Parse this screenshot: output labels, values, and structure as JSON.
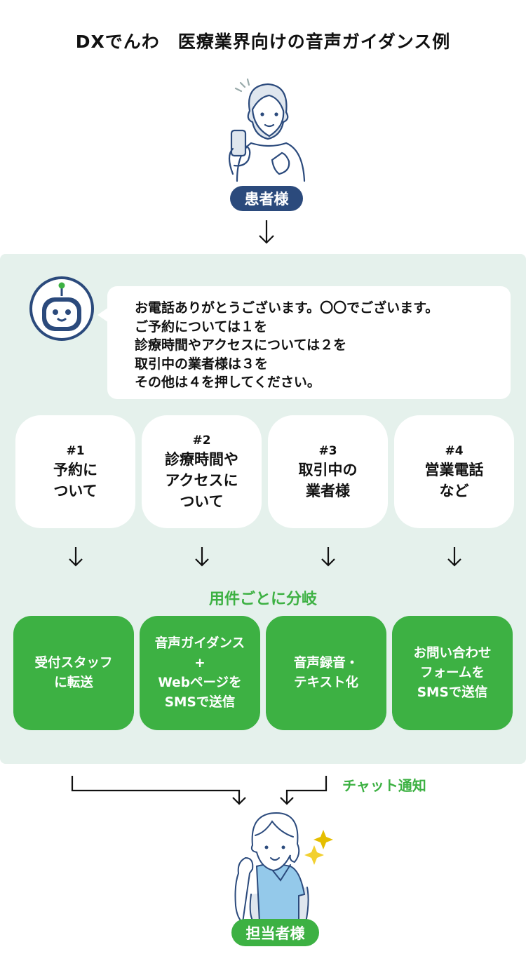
{
  "title": "DXでんわ　医療業界向けの音声ガイダンス例",
  "patient_label": "患者様",
  "staff_label": "担当者様",
  "guidance_lines": [
    "お電話ありがとうございます。〇〇でございます。",
    "ご予約については１を",
    "診療時間やアクセスについては２を",
    "取引中の業者様は３を",
    "その他は４を押してください。"
  ],
  "options": [
    {
      "num": "#1",
      "lines": [
        "予約に",
        "ついて"
      ]
    },
    {
      "num": "#2",
      "lines": [
        "診療時間や",
        "アクセスに",
        "ついて"
      ]
    },
    {
      "num": "#3",
      "lines": [
        "取引中の",
        "業者様"
      ]
    },
    {
      "num": "#4",
      "lines": [
        "営業電話",
        "など"
      ]
    }
  ],
  "branch_label": "用件ごとに分岐",
  "actions": [
    {
      "lines": [
        "受付スタッフ",
        "に転送"
      ]
    },
    {
      "lines": [
        "音声ガイダンス",
        "+",
        "Webページを",
        "SMSで送信"
      ]
    },
    {
      "lines": [
        "音声録音・",
        "テキスト化"
      ]
    },
    {
      "lines": [
        "お問い合わせ",
        "フォームを",
        "SMSで送信"
      ]
    }
  ],
  "chat_label": "チャット通知",
  "colors": {
    "navy": "#2b4a7c",
    "green": "#3db143",
    "panel": "#e5f1ec"
  }
}
